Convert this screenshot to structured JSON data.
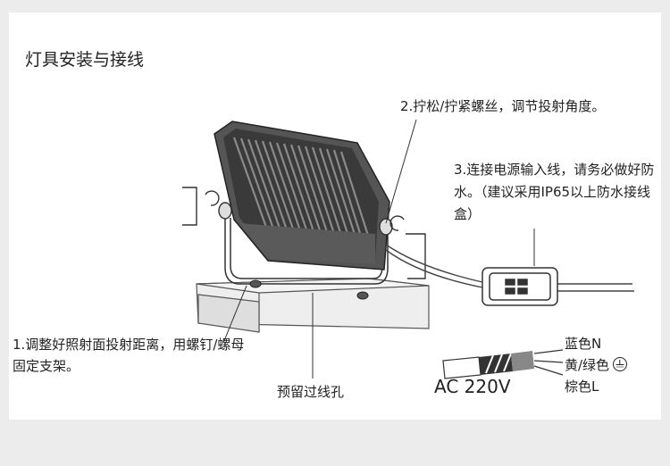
{
  "title": "灯具安装与接线",
  "callouts": {
    "step1": "1.调整好照射面投射距离，用螺钉/螺母固定支架。",
    "step2": "2.拧松/拧紧螺丝，调节投射角度。",
    "step3": "3.连接电源输入线，请务必做好防水。（建议采用IP65以上防水接线盒）",
    "hole": "预留过线孔"
  },
  "power": {
    "voltage": "AC 220V",
    "wires": [
      "蓝色N",
      "黄/绿色",
      "棕色L"
    ],
    "earth_icon": "ground-symbol-icon"
  },
  "colors": {
    "background": "#ececec",
    "panel": "#ffffff",
    "lamp": "#4a4a4a"
  }
}
